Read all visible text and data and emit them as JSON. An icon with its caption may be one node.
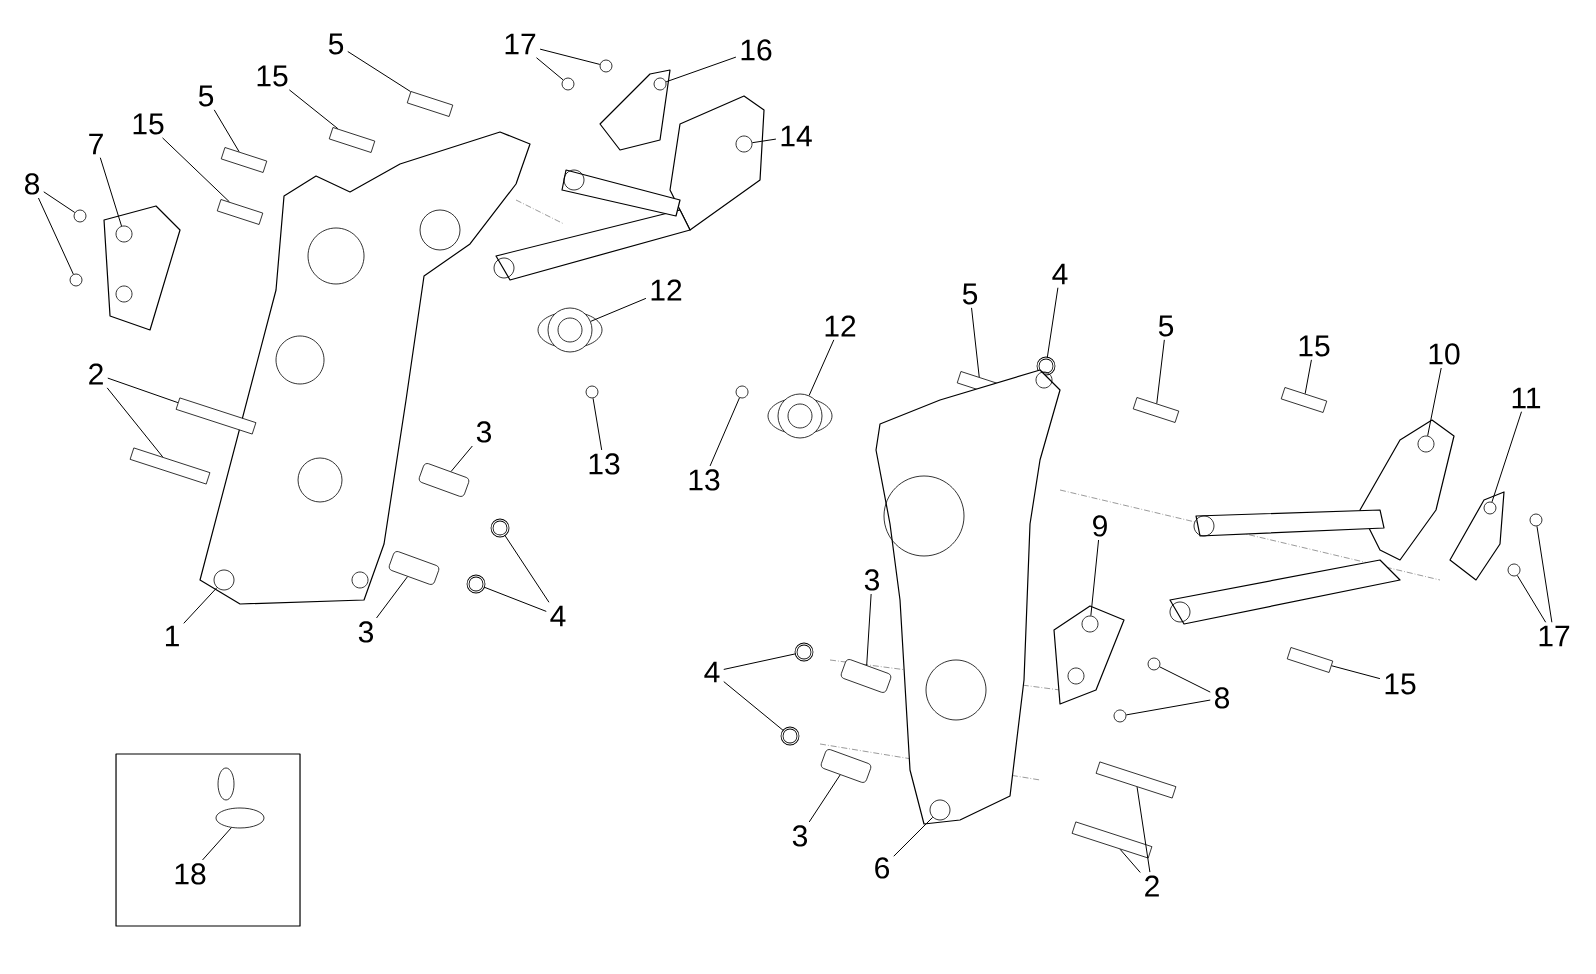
{
  "diagram": {
    "nodes": [
      {
        "text": [
          "1"
        ]
      },
      {
        "text": [],
        "shape": "picture"
      },
      {
        "text": [
          "2"
        ]
      },
      {
        "text": [],
        "shape": "bar"
      },
      {
        "text": [],
        "shape": "bar"
      },
      {
        "text": [
          "3"
        ]
      },
      {
        "text": [],
        "shape": "bar"
      },
      {
        "text": [
          "3"
        ]
      },
      {
        "text": [],
        "shape": "bar"
      },
      {
        "text": [
          "4"
        ]
      },
      {
        "text": [],
        "shape": "circle"
      },
      {
        "text": [],
        "shape": "circle"
      },
      {
        "text": [
          "5"
        ]
      },
      {
        "text": [],
        "shape": "bar"
      },
      {
        "text": [
          "5"
        ]
      },
      {
        "text": [],
        "shape": "bar"
      },
      {
        "text": [
          "7"
        ]
      },
      {
        "text": [],
        "shape": "picture"
      },
      {
        "text": [
          "8"
        ]
      },
      {
        "text": [],
        "shape": "circle"
      },
      {
        "text": [],
        "shape": "circle"
      },
      {
        "text": [
          "12"
        ]
      },
      {
        "text": [],
        "shape": "picture"
      },
      {
        "text": [
          "13"
        ]
      },
      {
        "text": [],
        "shape": "circle"
      },
      {
        "text": [
          "14"
        ]
      },
      {
        "text": [],
        "shape": "picture"
      },
      {
        "text": [
          "15"
        ]
      },
      {
        "text": [],
        "shape": "bar"
      },
      {
        "text": [
          "15"
        ]
      },
      {
        "text": [],
        "shape": "bar"
      },
      {
        "text": [
          "16"
        ]
      },
      {
        "text": [],
        "shape": "picture"
      },
      {
        "text": [
          "17"
        ]
      },
      {
        "text": [],
        "shape": "circle"
      },
      {
        "text": [],
        "shape": "circle"
      },
      {
        "text": [
          "12"
        ]
      },
      {
        "text": [],
        "shape": "picture"
      },
      {
        "text": [
          "13"
        ]
      },
      {
        "text": [],
        "shape": "circle"
      },
      {
        "text": [
          "5"
        ]
      },
      {
        "text": [],
        "shape": "bar"
      },
      {
        "text": [
          "4"
        ]
      },
      {
        "text": [],
        "shape": "circle"
      },
      {
        "text": [
          "5"
        ]
      },
      {
        "text": [],
        "shape": "bar"
      },
      {
        "text": [
          "15"
        ]
      },
      {
        "text": [],
        "shape": "bar"
      },
      {
        "text": [
          "10"
        ]
      },
      {
        "text": [],
        "shape": "picture"
      },
      {
        "text": [
          "11"
        ]
      },
      {
        "text": [],
        "shape": "picture"
      },
      {
        "text": [
          "9"
        ]
      },
      {
        "text": [],
        "shape": "picture"
      },
      {
        "text": [
          "3"
        ]
      },
      {
        "text": [],
        "shape": "bar"
      },
      {
        "text": [
          "4"
        ]
      },
      {
        "text": [],
        "shape": "circle"
      },
      {
        "text": [],
        "shape": "circle"
      },
      {
        "text": [
          "8"
        ]
      },
      {
        "text": [],
        "shape": "circle"
      },
      {
        "text": [],
        "shape": "circle"
      },
      {
        "text": [
          "17"
        ]
      },
      {
        "text": [],
        "shape": "circle"
      },
      {
        "text": [],
        "shape": "circle"
      },
      {
        "text": [
          "15"
        ]
      },
      {
        "text": [],
        "shape": "bar"
      },
      {
        "text": [
          "3"
        ]
      },
      {
        "text": [],
        "shape": "bar"
      },
      {
        "text": [
          "6"
        ]
      },
      {
        "text": [],
        "shape": "picture"
      },
      {
        "text": [
          "2"
        ]
      },
      {
        "text": [],
        "shape": "bar"
      },
      {
        "text": [],
        "shape": "bar"
      },
      {
        "text": [],
        "shape": "box"
      },
      {
        "text": [
          "18"
        ],
        "in": 74
      },
      {
        "text": [],
        "shape": "picture",
        "in": 74
      }
    ],
    "edges": [
      {
        "from": 0,
        "to": 1,
        "arrow": "none"
      },
      {
        "from": 2,
        "to": 3,
        "arrow": "none"
      },
      {
        "from": 2,
        "to": 4,
        "arrow": "none"
      },
      {
        "from": 5,
        "to": 6,
        "arrow": "none"
      },
      {
        "from": 7,
        "to": 8,
        "arrow": "none"
      },
      {
        "from": 9,
        "to": 10,
        "arrow": "none"
      },
      {
        "from": 9,
        "to": 11,
        "arrow": "none"
      },
      {
        "from": 12,
        "to": 13,
        "arrow": "none"
      },
      {
        "from": 14,
        "to": 15,
        "arrow": "none"
      },
      {
        "from": 16,
        "to": 17,
        "arrow": "none"
      },
      {
        "from": 18,
        "to": 19,
        "arrow": "none"
      },
      {
        "from": 18,
        "to": 20,
        "arrow": "none"
      },
      {
        "from": 21,
        "to": 22,
        "arrow": "none"
      },
      {
        "from": 23,
        "to": 24,
        "arrow": "none"
      },
      {
        "from": 25,
        "to": 26,
        "arrow": "none"
      },
      {
        "from": 27,
        "to": 28,
        "arrow": "none"
      },
      {
        "from": 29,
        "to": 30,
        "arrow": "none"
      },
      {
        "from": 31,
        "to": 32,
        "arrow": "none"
      },
      {
        "from": 33,
        "to": 34,
        "arrow": "none"
      },
      {
        "from": 33,
        "to": 35,
        "arrow": "none"
      },
      {
        "from": 36,
        "to": 37,
        "arrow": "none"
      },
      {
        "from": 38,
        "to": 39,
        "arrow": "none"
      },
      {
        "from": 40,
        "to": 41,
        "arrow": "none"
      },
      {
        "from": 42,
        "to": 43,
        "arrow": "none"
      },
      {
        "from": 44,
        "to": 45,
        "arrow": "none"
      },
      {
        "from": 46,
        "to": 47,
        "arrow": "none"
      },
      {
        "from": 48,
        "to": 49,
        "arrow": "none"
      },
      {
        "from": 50,
        "to": 51,
        "arrow": "none"
      },
      {
        "from": 52,
        "to": 53,
        "arrow": "none"
      },
      {
        "from": 54,
        "to": 55,
        "arrow": "none"
      },
      {
        "from": 56,
        "to": 57,
        "arrow": "none"
      },
      {
        "from": 56,
        "to": 58,
        "arrow": "none"
      },
      {
        "from": 59,
        "to": 60,
        "arrow": "none"
      },
      {
        "from": 59,
        "to": 61,
        "arrow": "none"
      },
      {
        "from": 62,
        "to": 63,
        "arrow": "none"
      },
      {
        "from": 62,
        "to": 64,
        "arrow": "none"
      },
      {
        "from": 65,
        "to": 66,
        "arrow": "none"
      },
      {
        "from": 67,
        "to": 68,
        "arrow": "none"
      },
      {
        "from": 69,
        "to": 70,
        "arrow": "none"
      },
      {
        "from": 71,
        "to": 72,
        "arrow": "none"
      },
      {
        "from": 71,
        "to": 73,
        "arrow": "none"
      },
      {
        "from": 75,
        "to": 76,
        "arrow": "none"
      }
    ]
  }
}
